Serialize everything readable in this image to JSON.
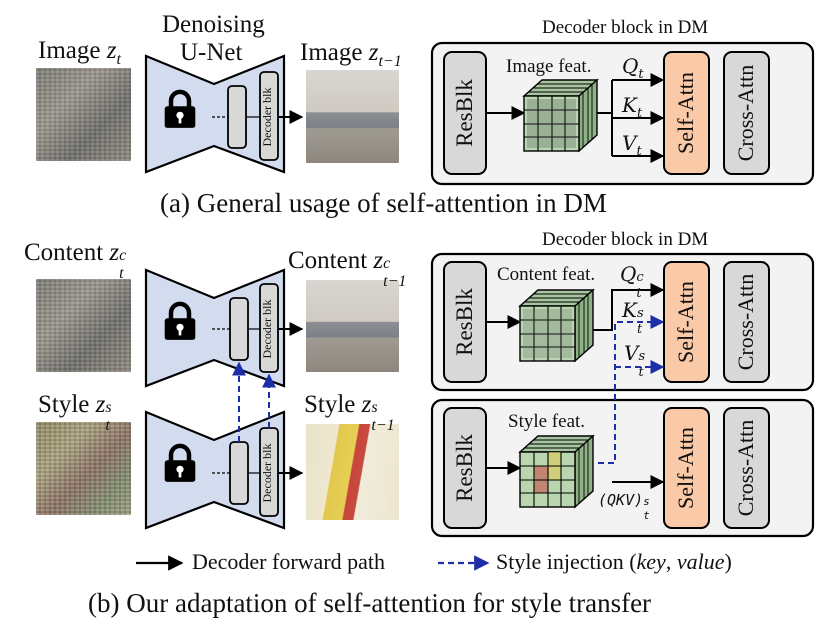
{
  "panel_a": {
    "input_label": "Image",
    "input_var": "z",
    "input_sub": "t",
    "unet_title_line1": "Denoising",
    "unet_title_line2": "U-Net",
    "decoder_blk": "Decoder blk",
    "output_label": "Image",
    "output_var": "z",
    "output_sub": "t−1",
    "block_title": "Decoder block in DM",
    "resblk": "ResBlk",
    "feat_label": "Image feat.",
    "q": "Q",
    "k": "K",
    "v": "V",
    "qkv_sub": "t",
    "self_attn": "Self-Attn",
    "cross_attn": "Cross-Attn",
    "caption": "(a) General usage of self-attention in DM"
  },
  "panel_b": {
    "content_label": "Content",
    "content_var": "z",
    "content_sup": "c",
    "content_sub": "t",
    "content_out_label": "Content",
    "content_out_var": "z",
    "content_out_sup": "c",
    "content_out_sub": "t−1",
    "style_label": "Style",
    "style_var": "z",
    "style_sup": "s",
    "style_sub": "t",
    "style_out_label": "Style",
    "style_out_var": "z",
    "style_out_sup": "s",
    "style_out_sub": "t−1",
    "decoder_blk": "Decoder blk",
    "block_title": "Decoder block in DM",
    "resblk": "ResBlk",
    "content_feat": "Content feat.",
    "style_feat": "Style feat.",
    "q": "Q",
    "q_sup": "c",
    "k": "K",
    "k_sup": "s",
    "v": "V",
    "v_sup": "s",
    "qkv_sub": "t",
    "qkv_style": "(QKV)",
    "qkv_style_sup": "s",
    "qkv_style_sub": "t",
    "self_attn": "Self-Attn",
    "cross_attn": "Cross-Attn",
    "legend_forward": "Decoder forward path",
    "legend_injection_prefix": "Style injection (",
    "legend_key": "key",
    "legend_comma": ", ",
    "legend_value": "value",
    "legend_suffix": ")",
    "caption": "(b) Our adaptation of self-attention for style transfer"
  },
  "colors": {
    "unet_fill": "#d3dcee",
    "block_fill": "#f3f3f3",
    "resblk_fill": "#d8d8d8",
    "self_attn_fill": "#f9c9a8",
    "cross_attn_fill": "#d8d8d8",
    "cube_green": "#b9d6b1",
    "injection_blue": "#1c2ea8"
  }
}
